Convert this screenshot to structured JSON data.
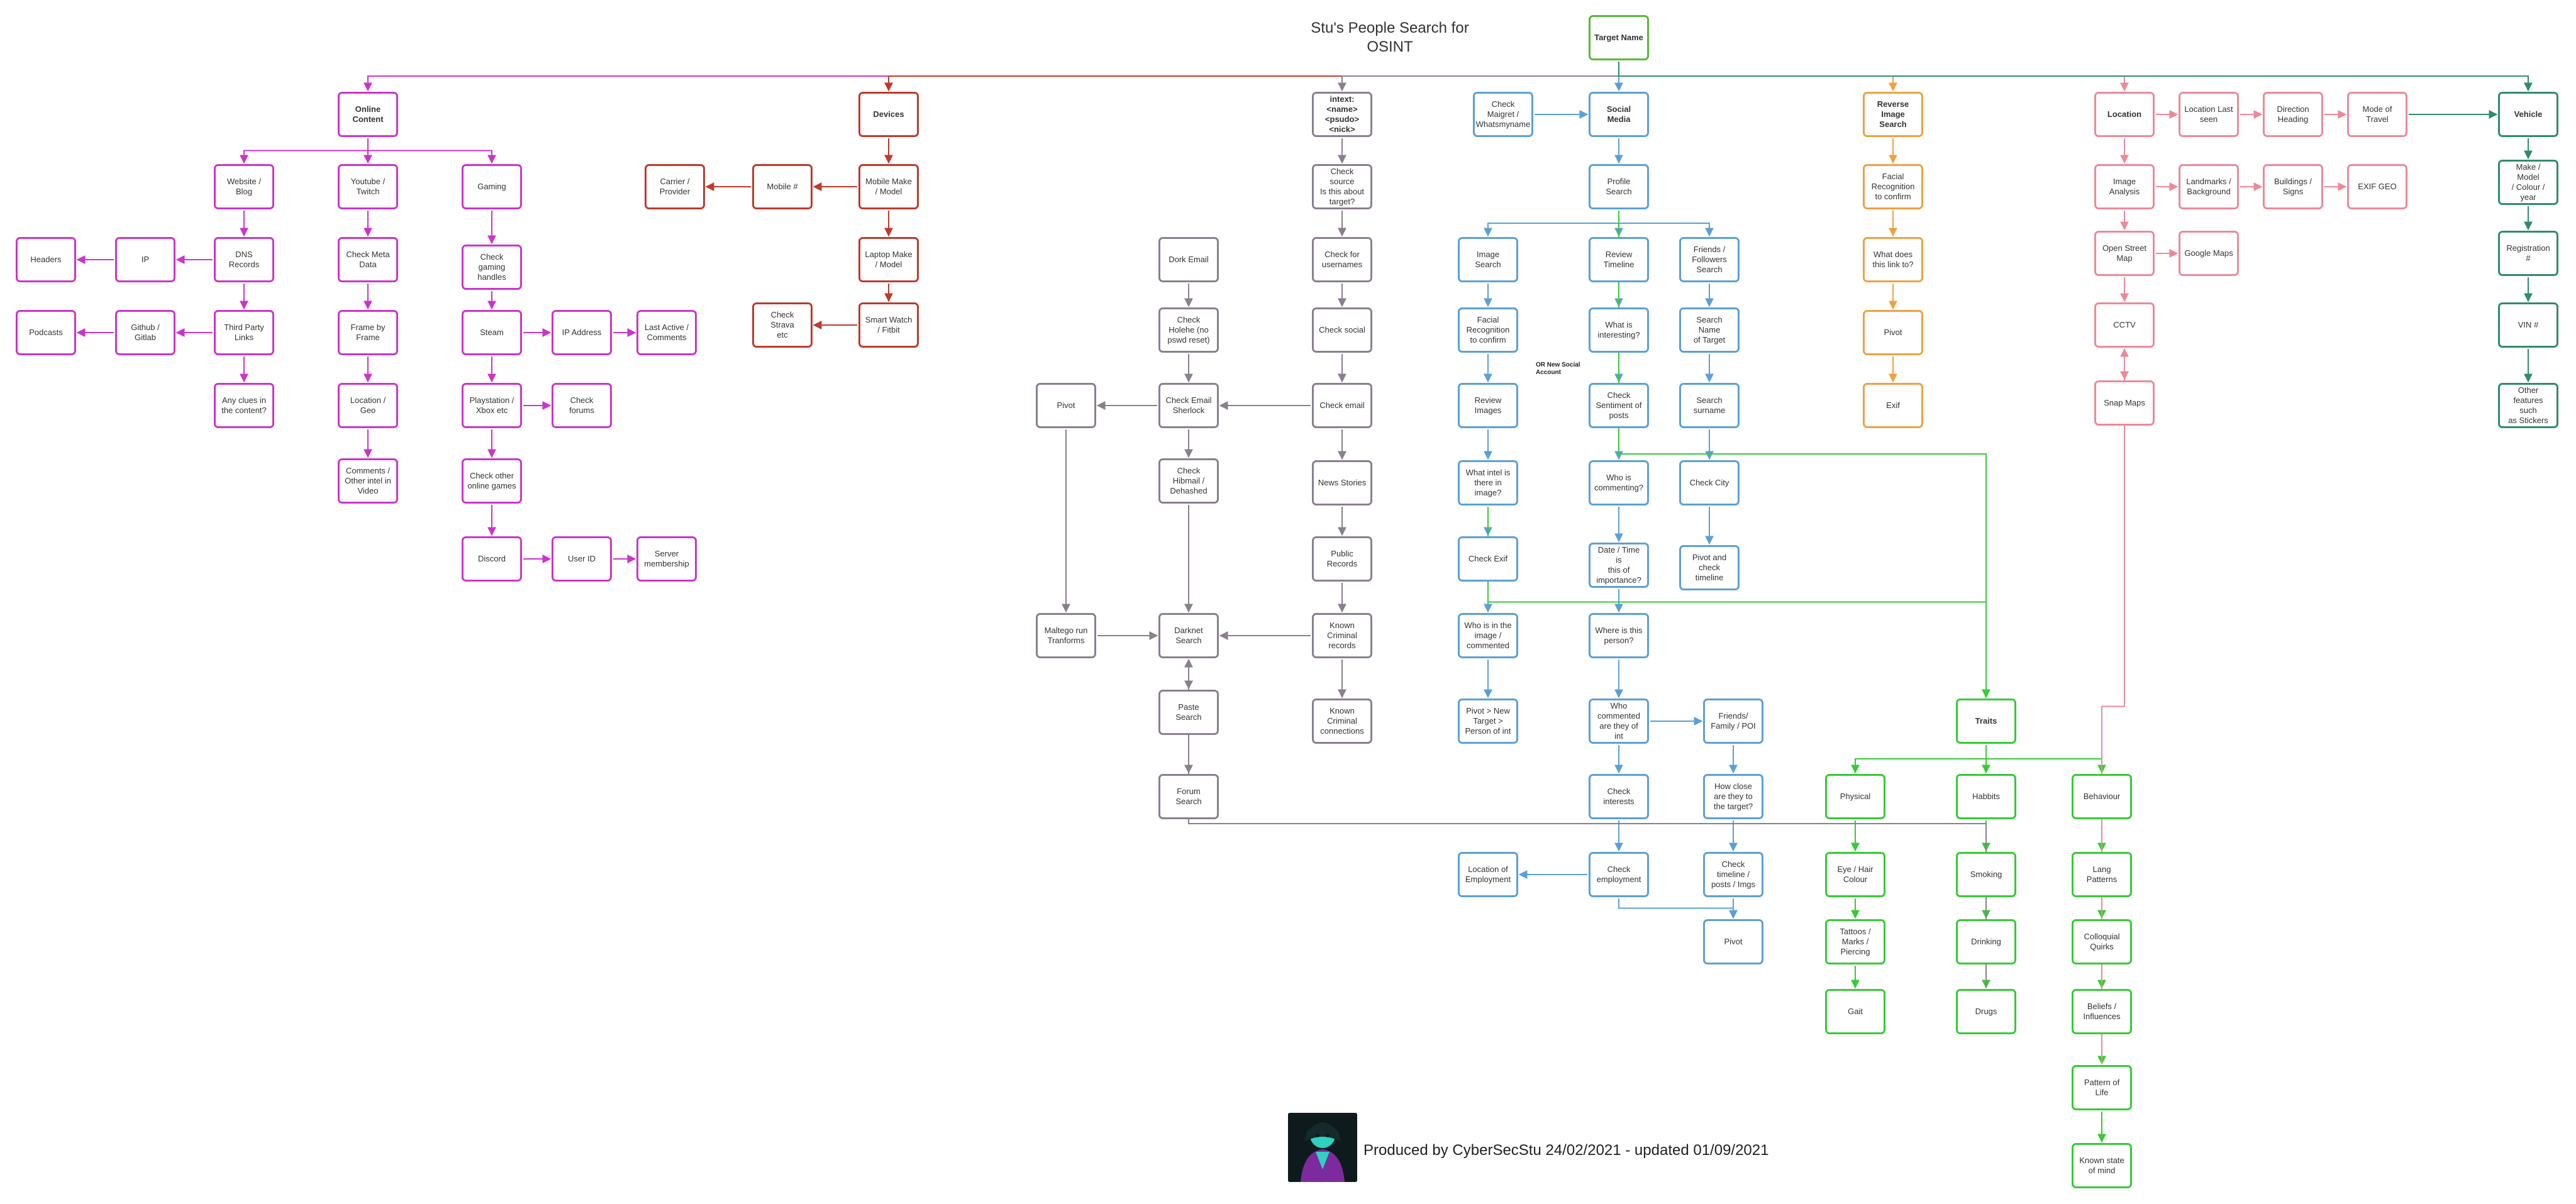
{
  "title": "Stu's People Search for\nOSINT",
  "credit": "Produced by CyberSecStu 24/02/2021 - updated 01/09/2021",
  "note": "OR New Social\nAccount",
  "colors": {
    "online": "#cc33cc",
    "devices": "#c0392b",
    "grey": "#8a7f8e",
    "social": "#5aa0d8",
    "reverse": "#f0a040",
    "location": "#ee8899",
    "vehicle": "#2e8b6e",
    "target": "#55bb33",
    "traits": "#33cc33"
  },
  "nodes": [
    {
      "id": "target",
      "label": "Target Name",
      "color": "target",
      "bold": true
    },
    {
      "id": "online",
      "label": "Online\nContent",
      "color": "online",
      "bold": true
    },
    {
      "id": "website",
      "label": "Website /\nBlog",
      "color": "online"
    },
    {
      "id": "youtube",
      "label": "Youtube /\nTwitch",
      "color": "online"
    },
    {
      "id": "gaming",
      "label": "Gaming",
      "color": "online"
    },
    {
      "id": "headers",
      "label": "Headers",
      "color": "online"
    },
    {
      "id": "ip",
      "label": "IP",
      "color": "online"
    },
    {
      "id": "dns",
      "label": "DNS Records",
      "color": "online"
    },
    {
      "id": "podcasts",
      "label": "Podcasts",
      "color": "online"
    },
    {
      "id": "github",
      "label": "Github /\nGitlab",
      "color": "online"
    },
    {
      "id": "thirdparty",
      "label": "Third Party\nLinks",
      "color": "online"
    },
    {
      "id": "clues",
      "label": "Any clues in\nthe content?",
      "color": "online"
    },
    {
      "id": "metadata",
      "label": "Check Meta\nData",
      "color": "online"
    },
    {
      "id": "frame",
      "label": "Frame by\nFrame",
      "color": "online"
    },
    {
      "id": "locgeo",
      "label": "Location /\nGeo",
      "color": "online"
    },
    {
      "id": "comments",
      "label": "Comments /\nOther intel in\nVideo",
      "color": "online"
    },
    {
      "id": "gamehandles",
      "label": "Check\ngaming\nhandles",
      "color": "online"
    },
    {
      "id": "steam",
      "label": "Steam",
      "color": "online"
    },
    {
      "id": "ipaddr",
      "label": "IP Address",
      "color": "online"
    },
    {
      "id": "lastactive",
      "label": "Last Active /\nComments",
      "color": "online"
    },
    {
      "id": "playstation",
      "label": "Playstation /\nXbox etc",
      "color": "online"
    },
    {
      "id": "forums",
      "label": "Check\nforums",
      "color": "online"
    },
    {
      "id": "othergames",
      "label": "Check other\nonline games",
      "color": "online"
    },
    {
      "id": "discord",
      "label": "Discord",
      "color": "online"
    },
    {
      "id": "userid",
      "label": "User ID",
      "color": "online"
    },
    {
      "id": "server",
      "label": "Server\nmembership",
      "color": "online"
    },
    {
      "id": "devices",
      "label": "Devices",
      "color": "devices",
      "bold": true
    },
    {
      "id": "carrier",
      "label": "Carrier /\nProvider",
      "color": "devices"
    },
    {
      "id": "mobile",
      "label": "Mobile #",
      "color": "devices"
    },
    {
      "id": "mobilemake",
      "label": "Mobile Make\n/ Model",
      "color": "devices"
    },
    {
      "id": "laptop",
      "label": "Laptop Make\n/ Model",
      "color": "devices"
    },
    {
      "id": "strava",
      "label": "Check Strava\netc",
      "color": "devices"
    },
    {
      "id": "smartwatch",
      "label": "Smart Watch\n/ Fitbit",
      "color": "devices"
    },
    {
      "id": "intext",
      "label": "intext:<name>\n<psudo>\n<nick>",
      "color": "grey",
      "bold": true
    },
    {
      "id": "checksource",
      "label": "Check source\nIs this about\ntarget?",
      "color": "grey"
    },
    {
      "id": "checkusernames",
      "label": "Check for\nusernames",
      "color": "grey"
    },
    {
      "id": "checksocial",
      "label": "Check social",
      "color": "grey"
    },
    {
      "id": "checkemail",
      "label": "Check email",
      "color": "grey"
    },
    {
      "id": "news",
      "label": "News Stories",
      "color": "grey"
    },
    {
      "id": "publicrecords",
      "label": "Public\nRecords",
      "color": "grey"
    },
    {
      "id": "knownrecords",
      "label": "Known\nCriminal\nrecords",
      "color": "grey"
    },
    {
      "id": "knownconn",
      "label": "Known\nCriminal\nconnections",
      "color": "grey"
    },
    {
      "id": "dork",
      "label": "Dork Email",
      "color": "grey"
    },
    {
      "id": "holehe",
      "label": "Check\nHolehe (no\npswd reset)",
      "color": "grey"
    },
    {
      "id": "sherlock",
      "label": "Check Email\nSherlock",
      "color": "grey"
    },
    {
      "id": "hibp",
      "label": "Check\nHibmail /\nDehashed",
      "color": "grey"
    },
    {
      "id": "pivotgrey",
      "label": "Pivot",
      "color": "grey"
    },
    {
      "id": "maltego",
      "label": "Maltego run\nTranforms",
      "color": "grey"
    },
    {
      "id": "darknet",
      "label": "Darknet\nSearch",
      "color": "grey"
    },
    {
      "id": "paste",
      "label": "Paste Search",
      "color": "grey"
    },
    {
      "id": "forumsearch",
      "label": "Forum\nSearch",
      "color": "grey"
    },
    {
      "id": "maigret",
      "label": "Check\nMaigret /\nWhatsmyname",
      "color": "social"
    },
    {
      "id": "social",
      "label": "Social Media",
      "color": "social",
      "bold": true
    },
    {
      "id": "profile",
      "label": "Profile\nSearch",
      "color": "social"
    },
    {
      "id": "imagesearch",
      "label": "Image\nSearch",
      "color": "social"
    },
    {
      "id": "timeline",
      "label": "Review\nTimeline",
      "color": "social"
    },
    {
      "id": "friendsearch",
      "label": "Friends /\nFollowers\nSearch",
      "color": "social"
    },
    {
      "id": "facial",
      "label": "Facial\nRecognition\nto confirm",
      "color": "social"
    },
    {
      "id": "interesting",
      "label": "What is\ninteresting?",
      "color": "social"
    },
    {
      "id": "searchname",
      "label": "Search Name\nof Target",
      "color": "social"
    },
    {
      "id": "reviewimages",
      "label": "Review\nImages",
      "color": "social"
    },
    {
      "id": "sentiment",
      "label": "Check\nSentiment of\nposts",
      "color": "social"
    },
    {
      "id": "surname",
      "label": "Search\nsurname",
      "color": "social"
    },
    {
      "id": "intel",
      "label": "What intel is\nthere in\nimage?",
      "color": "social"
    },
    {
      "id": "commenting",
      "label": "Who is\ncommenting?",
      "color": "social"
    },
    {
      "id": "checkcity",
      "label": "Check City",
      "color": "social"
    },
    {
      "id": "exifsocial",
      "label": "Check Exif",
      "color": "social"
    },
    {
      "id": "datetime",
      "label": "Date / Time is\nthis of\nimportance?",
      "color": "social"
    },
    {
      "id": "pivottimeline",
      "label": "Pivot and\ncheck\ntimeline",
      "color": "social"
    },
    {
      "id": "whoisinimage",
      "label": "Who is in the\nimage /\ncommented",
      "color": "social"
    },
    {
      "id": "whereperson",
      "label": "Where is this\nperson?",
      "color": "social"
    },
    {
      "id": "pivotnew",
      "label": "Pivot > New\nTarget >\nPerson of int",
      "color": "social"
    },
    {
      "id": "whocommented",
      "label": "Who\ncommented\nare they of int",
      "color": "social"
    },
    {
      "id": "friendsfamily",
      "label": "Friends/\nFamily / POI",
      "color": "social"
    },
    {
      "id": "interests",
      "label": "Check\ninterests",
      "color": "social"
    },
    {
      "id": "howclose",
      "label": "How close\nare they to\nthe target?",
      "color": "social"
    },
    {
      "id": "locemployment",
      "label": "Location of\nEmployment",
      "color": "social"
    },
    {
      "id": "employment",
      "label": "Check\nemployment",
      "color": "social"
    },
    {
      "id": "checktimeline",
      "label": "Check\ntimeline /\nposts / Imgs",
      "color": "social"
    },
    {
      "id": "pivotsocial",
      "label": "Pivot",
      "color": "social"
    },
    {
      "id": "reverse",
      "label": "Reverse\nImage\nSearch",
      "color": "reverse",
      "bold": true
    },
    {
      "id": "facialrev",
      "label": "Facial\nRecognition\nto confirm",
      "color": "reverse"
    },
    {
      "id": "whatlink",
      "label": "What does\nthis link to?",
      "color": "reverse"
    },
    {
      "id": "pivotrev",
      "label": "Pivot",
      "color": "reverse"
    },
    {
      "id": "exifrev",
      "label": "Exif",
      "color": "reverse"
    },
    {
      "id": "location",
      "label": "Location",
      "color": "location",
      "bold": true
    },
    {
      "id": "lastseen",
      "label": "Location Last\nseen",
      "color": "location"
    },
    {
      "id": "direction",
      "label": "Direction\nHeading",
      "color": "location"
    },
    {
      "id": "travel",
      "label": "Mode of\nTravel",
      "color": "location"
    },
    {
      "id": "imageanalysis",
      "label": "Image\nAnalysis",
      "color": "location"
    },
    {
      "id": "landmarks",
      "label": "Landmarks /\nBackground",
      "color": "location"
    },
    {
      "id": "buildings",
      "label": "Buildings /\nSigns",
      "color": "location"
    },
    {
      "id": "exifgeo",
      "label": "EXIF GEO",
      "color": "location"
    },
    {
      "id": "osm",
      "label": "Open Street\nMap",
      "color": "location"
    },
    {
      "id": "googlemaps",
      "label": "Google Maps",
      "color": "location"
    },
    {
      "id": "cctv",
      "label": "CCTV",
      "color": "location"
    },
    {
      "id": "snapmaps",
      "label": "Snap Maps",
      "color": "location"
    },
    {
      "id": "vehicle",
      "label": "Vehicle",
      "color": "vehicle",
      "bold": true
    },
    {
      "id": "makemodel",
      "label": "Make / Model\n/ Colour /\nyear",
      "color": "vehicle"
    },
    {
      "id": "registration",
      "label": "Registration\n#",
      "color": "vehicle"
    },
    {
      "id": "vin",
      "label": "VIN #",
      "color": "vehicle"
    },
    {
      "id": "stickers",
      "label": "Other\nfeatures such\nas Stickers",
      "color": "vehicle"
    },
    {
      "id": "traits",
      "label": "Traits",
      "color": "traits",
      "bold": true
    },
    {
      "id": "physical",
      "label": "Physical",
      "color": "traits"
    },
    {
      "id": "habbits",
      "label": "Habbits",
      "color": "traits"
    },
    {
      "id": "behaviour",
      "label": "Behaviour",
      "color": "traits"
    },
    {
      "id": "eyehair",
      "label": "Eye / Hair\nColour",
      "color": "traits"
    },
    {
      "id": "smoking",
      "label": "Smoking",
      "color": "traits"
    },
    {
      "id": "lang",
      "label": "Lang\nPatterns",
      "color": "traits"
    },
    {
      "id": "tattoos",
      "label": "Tattoos /\nMarks /\nPiercing",
      "color": "traits"
    },
    {
      "id": "drinking",
      "label": "Drinking",
      "color": "traits"
    },
    {
      "id": "colloquial",
      "label": "Colloquial\nQuirks",
      "color": "traits"
    },
    {
      "id": "gait",
      "label": "Gait",
      "color": "traits"
    },
    {
      "id": "drugs",
      "label": "Drugs",
      "color": "traits"
    },
    {
      "id": "beliefs",
      "label": "Beliefs /\nInfluences",
      "color": "traits"
    },
    {
      "id": "pattern",
      "label": "Pattern of\nLife",
      "color": "traits"
    },
    {
      "id": "stateofmind",
      "label": "Known state\nof mind",
      "color": "traits"
    }
  ],
  "edges": [
    [
      "online",
      "website"
    ],
    [
      "online",
      "youtube"
    ],
    [
      "online",
      "gaming"
    ],
    [
      "website",
      "dns"
    ],
    [
      "dns",
      "ip"
    ],
    [
      "ip",
      "headers"
    ],
    [
      "dns",
      "thirdparty"
    ],
    [
      "thirdparty",
      "github"
    ],
    [
      "github",
      "podcasts"
    ],
    [
      "thirdparty",
      "clues"
    ],
    [
      "youtube",
      "metadata"
    ],
    [
      "metadata",
      "frame"
    ],
    [
      "frame",
      "locgeo"
    ],
    [
      "locgeo",
      "comments"
    ],
    [
      "gaming",
      "gamehandles"
    ],
    [
      "gamehandles",
      "steam"
    ],
    [
      "steam",
      "ipaddr"
    ],
    [
      "ipaddr",
      "lastactive"
    ],
    [
      "steam",
      "playstation"
    ],
    [
      "playstation",
      "forums"
    ],
    [
      "playstation",
      "othergames"
    ],
    [
      "othergames",
      "discord"
    ],
    [
      "discord",
      "userid"
    ],
    [
      "userid",
      "server"
    ],
    [
      "devices",
      "mobilemake"
    ],
    [
      "mobilemake",
      "mobile"
    ],
    [
      "mobile",
      "carrier"
    ],
    [
      "mobilemake",
      "laptop"
    ],
    [
      "laptop",
      "smartwatch"
    ],
    [
      "smartwatch",
      "strava"
    ],
    [
      "intext",
      "checksource"
    ],
    [
      "checksource",
      "checkusernames"
    ],
    [
      "checkusernames",
      "checksocial"
    ],
    [
      "checksocial",
      "checkemail"
    ],
    [
      "checkemail",
      "news"
    ],
    [
      "news",
      "publicrecords"
    ],
    [
      "publicrecords",
      "knownrecords"
    ],
    [
      "knownrecords",
      "knownconn"
    ],
    [
      "checkemail",
      "sherlock"
    ],
    [
      "sherlock",
      "pivotgrey"
    ],
    [
      "dork",
      "holehe"
    ],
    [
      "holehe",
      "sherlock"
    ],
    [
      "sherlock",
      "hibp"
    ],
    [
      "hibp",
      "darknet"
    ],
    [
      "pivotgrey",
      "maltego"
    ],
    [
      "maltego",
      "darknet"
    ],
    [
      "darknet",
      "paste"
    ],
    [
      "paste",
      "forumsearch"
    ],
    [
      "knownrecords",
      "darknet"
    ],
    [
      "social",
      "profile"
    ],
    [
      "profile",
      "imagesearch"
    ],
    [
      "profile",
      "timeline"
    ],
    [
      "profile",
      "friendsearch"
    ],
    [
      "imagesearch",
      "facial"
    ],
    [
      "facial",
      "reviewimages"
    ],
    [
      "reviewimages",
      "intel"
    ],
    [
      "intel",
      "exifsocial"
    ],
    [
      "exifsocial",
      "whoisinimage"
    ],
    [
      "whoisinimage",
      "pivotnew"
    ],
    [
      "timeline",
      "interesting"
    ],
    [
      "interesting",
      "sentiment"
    ],
    [
      "sentiment",
      "commenting"
    ],
    [
      "commenting",
      "datetime"
    ],
    [
      "datetime",
      "whereperson"
    ],
    [
      "whereperson",
      "whocommented"
    ],
    [
      "whocommented",
      "friendsfamily"
    ],
    [
      "whocommented",
      "interests"
    ],
    [
      "interests",
      "employment"
    ],
    [
      "employment",
      "locemployment"
    ],
    [
      "employment",
      "pivotsocial"
    ],
    [
      "friendsearch",
      "searchname"
    ],
    [
      "searchname",
      "surname"
    ],
    [
      "surname",
      "checkcity"
    ],
    [
      "checkcity",
      "pivottimeline"
    ],
    [
      "friendsfamily",
      "howclose"
    ],
    [
      "howclose",
      "checktimeline"
    ],
    [
      "checktimeline",
      "pivotsocial"
    ],
    [
      "maigret",
      "social"
    ],
    [
      "reverse",
      "facialrev"
    ],
    [
      "facialrev",
      "whatlink"
    ],
    [
      "whatlink",
      "pivotrev"
    ],
    [
      "pivotrev",
      "exifrev"
    ],
    [
      "location",
      "lastseen"
    ],
    [
      "lastseen",
      "direction"
    ],
    [
      "direction",
      "travel"
    ],
    [
      "travel",
      "vehicle"
    ],
    [
      "location",
      "imageanalysis"
    ],
    [
      "imageanalysis",
      "landmarks"
    ],
    [
      "landmarks",
      "buildings"
    ],
    [
      "buildings",
      "exifgeo"
    ],
    [
      "imageanalysis",
      "osm"
    ],
    [
      "osm",
      "googlemaps"
    ],
    [
      "osm",
      "cctv"
    ],
    [
      "cctv",
      "snapmaps"
    ],
    [
      "vehicle",
      "makemodel"
    ],
    [
      "makemodel",
      "registration"
    ],
    [
      "registration",
      "vin"
    ],
    [
      "vin",
      "stickers"
    ],
    [
      "traits",
      "physical"
    ],
    [
      "traits",
      "habbits"
    ],
    [
      "traits",
      "behaviour"
    ],
    [
      "physical",
      "eyehair"
    ],
    [
      "eyehair",
      "tattoos"
    ],
    [
      "tattoos",
      "gait"
    ],
    [
      "habbits",
      "smoking"
    ],
    [
      "smoking",
      "drinking"
    ],
    [
      "drinking",
      "drugs"
    ],
    [
      "behaviour",
      "lang"
    ],
    [
      "lang",
      "colloquial"
    ],
    [
      "colloquial",
      "beliefs"
    ],
    [
      "beliefs",
      "pattern"
    ],
    [
      "pattern",
      "stateofmind"
    ],
    [
      "target",
      "online"
    ],
    [
      "target",
      "devices"
    ],
    [
      "target",
      "intext"
    ],
    [
      "target",
      "social"
    ],
    [
      "target",
      "reverse"
    ],
    [
      "target",
      "location"
    ],
    [
      "target",
      "vehicle"
    ],
    [
      "profile",
      "traits"
    ],
    [
      "intel",
      "traits"
    ],
    [
      "pattern",
      "cctv"
    ],
    [
      "drugs",
      "darknet"
    ]
  ]
}
